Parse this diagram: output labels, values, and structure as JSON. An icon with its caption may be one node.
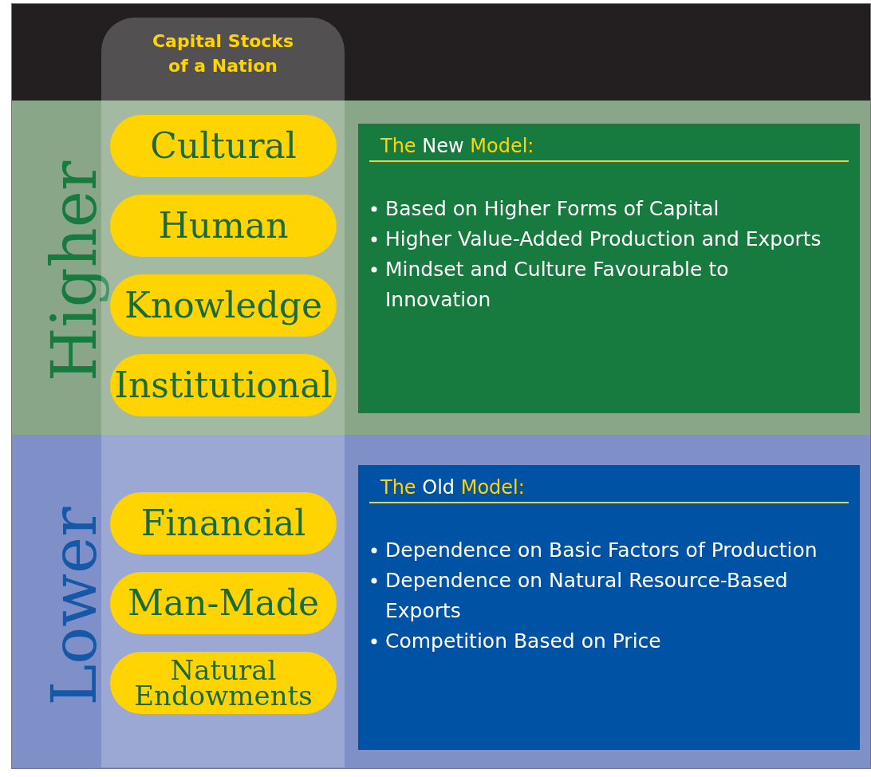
{
  "diagram": {
    "nodes": [
      {
        "text": [
          "Capital Stocks of a Nation"
        ]
      },
      {
        "text": [
          "Higher"
        ]
      },
      {
        "text": [
          "Cultural"
        ]
      },
      {
        "text": [
          "Human"
        ]
      },
      {
        "text": [
          "Knowledge"
        ]
      },
      {
        "text": [
          "Institutional"
        ]
      },
      {
        "text": [
          "The New Model:",
          "Based on Higher Forms of Capital",
          "Higher Value-Added Production and Exports",
          "Mindset and Culture Favourable to Innovation"
        ],
        "in": 1
      },
      {
        "text": [
          "Lower"
        ]
      },
      {
        "text": [
          "Financial"
        ]
      },
      {
        "text": [
          "Man-Made"
        ]
      },
      {
        "text": [
          "Natural Endowments"
        ]
      },
      {
        "text": [
          "The Old Model:",
          "Dependence on Basic Factors of Production",
          "Dependence on Natural Resource-Based Exports",
          "Competition Based on Price"
        ],
        "in": 7
      }
    ]
  }
}
